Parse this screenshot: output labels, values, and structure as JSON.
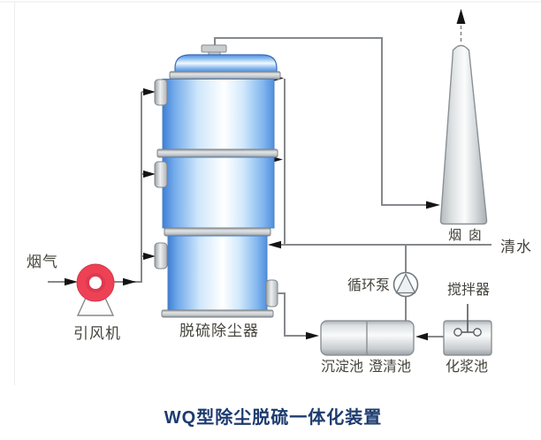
{
  "title": "WQ型除尘脱硫一体化装置",
  "labels": {
    "flue_gas": "烟气",
    "fan": "引风机",
    "tower": "脱硫除尘器",
    "chimney": "烟 囱",
    "clean_water": "清水",
    "pump": "循环泵",
    "agitator": "搅拌器",
    "sedimentation_tank": "沉淀池",
    "clarifier_tank": "澄清池",
    "slurry_tank": "化浆池"
  },
  "colors": {
    "fan_red": "#ee4156",
    "fan_red_dark": "#dd3a4e",
    "tower_blue_edge": "#3e7ed5",
    "tower_highlight": "#ffffff",
    "pipe_gray": "#85898d",
    "arrow_black": "#141414",
    "metal_gray": "#c3c7ca",
    "title_navy": "#1d3b6f",
    "label_gray": "#45443c"
  }
}
